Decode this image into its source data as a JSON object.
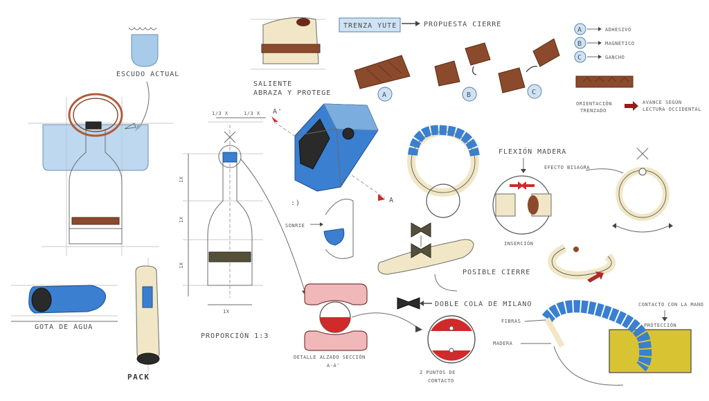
{
  "labels": {
    "escudo_actual": "ESCUDO ACTUAL",
    "gota_de_agua": "GOTA DE AGUA",
    "pack": "PACK",
    "saliente_line1": "SALIENTE",
    "saliente_line2": "ABRAZA Y PROTEGE",
    "trenza_yute": "TRENZA YUTE",
    "propuesta_cierre": "PROPUESTA CIERRE",
    "option_a_letter": "A",
    "option_b_letter": "B",
    "option_c_letter": "C",
    "adhesivo": "ADHESIVO",
    "magnetico": "MAGNÉTICO",
    "gancho": "GANCHO",
    "orientacion_line1": "ORIENTACIÓN",
    "orientacion_line2": "TRENZADO",
    "avance_line1": "AVANCE SEGÚN",
    "avance_line2": "LECTURA OCCIDENTAL",
    "dim_top_left": "1/3 X",
    "dim_top_right": "1/3 X",
    "section_mark_top": "A'",
    "section_mark_bottom": "A",
    "dim_1x_upper": "1X",
    "dim_1x_middle": "1X",
    "dim_1x_lower": "1X",
    "dim_1x_bottom": "1X",
    "proporcion": "PROPORCIÓN 1:3",
    "sonrie": "SONRIE",
    "detalle_line1": "DETALLE ALZADO SECCIÓN",
    "detalle_line2": "A-A'",
    "dos_puntos_line1": "2 PUNTOS DE",
    "dos_puntos_line2": "CONTACTO",
    "flexion_madera": "FLEXIÓN MADERA",
    "efecto_bisagra": "EFECTO BISAGRA",
    "insercion": "INSERCIÓN",
    "posible_cierre": "POSIBLE CIERRE",
    "doble_cola": "DOBLE COLA DE MILANO",
    "fibras": "FIBRAS",
    "madera": "MADERA",
    "contacto_mano": "CONTACTO CON LA MANO",
    "proteccion": "PROTECCIÓN",
    "smiley": ":)"
  }
}
